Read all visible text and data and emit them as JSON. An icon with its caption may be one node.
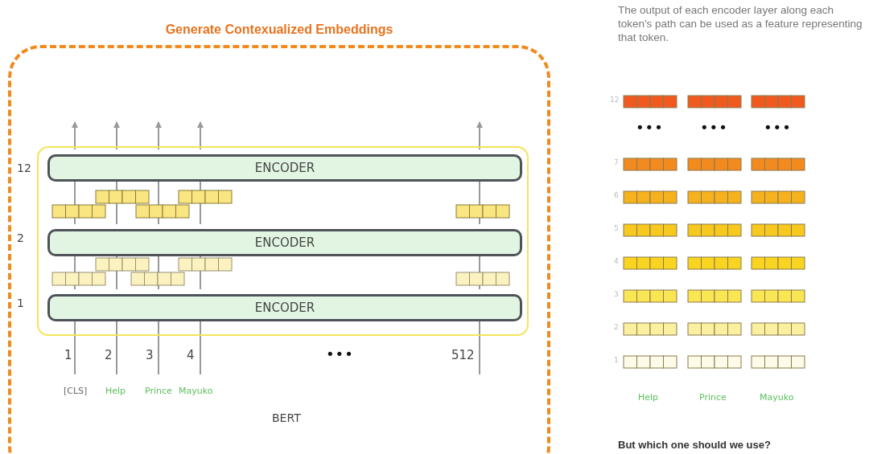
{
  "diagram": {
    "nodes": [
      {
        "text": [
          "Generate Contexualized Embeddings"
        ]
      },
      {
        "text": [],
        "shape": "box",
        "in": 0
      },
      {
        "text": [
          "ENCODER"
        ],
        "in": 1,
        "beside": [
          "12"
        ]
      },
      {
        "text": [
          "ENCODER"
        ],
        "in": 1,
        "beside": [
          "2"
        ]
      },
      {
        "text": [
          "ENCODER"
        ],
        "in": 1,
        "beside": [
          "1"
        ]
      }
    ],
    "edges": [
      {
        "from": null,
        "to": 4,
        "arrow": "none"
      },
      {
        "from": null,
        "to": 4,
        "arrow": "none"
      },
      {
        "from": null,
        "to": 4,
        "arrow": "none"
      },
      {
        "from": null,
        "to": 4,
        "arrow": "none"
      },
      {
        "from": null,
        "to": 4,
        "arrow": "none"
      },
      {
        "from": 4,
        "to": 3,
        "arrow": "none"
      },
      {
        "from": 4,
        "to": 3,
        "arrow": "none"
      },
      {
        "from": 4,
        "to": 3,
        "arrow": "none"
      },
      {
        "from": 4,
        "to": 3,
        "arrow": "none"
      },
      {
        "from": 4,
        "to": 3,
        "arrow": "none"
      },
      {
        "from": 3,
        "to": 2,
        "arrow": "none"
      },
      {
        "from": 3,
        "to": 2,
        "arrow": "none"
      },
      {
        "from": 3,
        "to": 2,
        "arrow": "none"
      },
      {
        "from": 3,
        "to": 2,
        "arrow": "none"
      },
      {
        "from": 3,
        "to": 2,
        "arrow": "none"
      },
      {
        "from": 2,
        "to": null,
        "arrow": "to"
      },
      {
        "from": 2,
        "to": null,
        "arrow": "to"
      },
      {
        "from": 2,
        "to": null,
        "arrow": "to"
      },
      {
        "from": 2,
        "to": null,
        "arrow": "to"
      },
      {
        "from": 2,
        "to": null,
        "arrow": "to"
      }
    ],
    "labels": [
      "1",
      "2",
      "3",
      "4",
      "•••",
      "512",
      "[CLS]",
      "Help",
      "Prince",
      "Mayuko",
      "BERT",
      "The output of each encoder layer along each token's path can be used as a feature representing that token.",
      "12",
      "•••",
      "•••",
      "•••",
      "7",
      "6",
      "5",
      "4",
      "3",
      "2",
      "1",
      "Help",
      "Prince",
      "Mayuko",
      "But which one should we use?"
    ]
  }
}
